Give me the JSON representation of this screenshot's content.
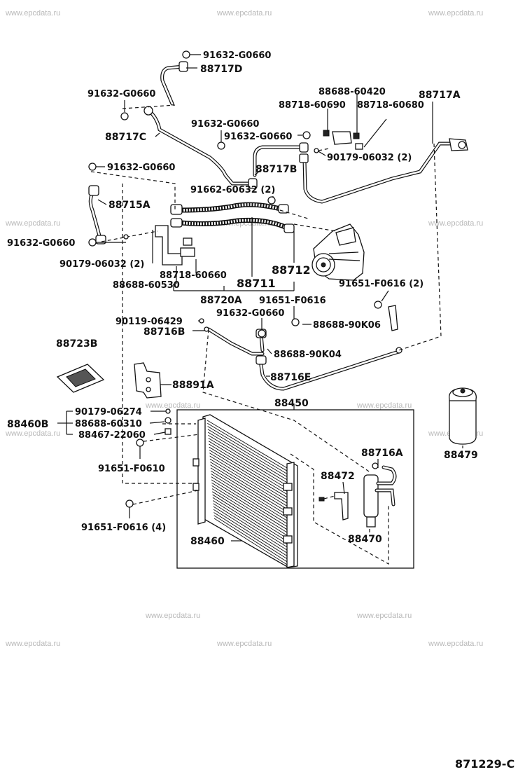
{
  "watermark": "www.epcdata.ru",
  "diagram_code": "871229-C",
  "labels": {
    "p91632_top": "91632-G0660",
    "p88717D": "88717D",
    "p91632_left": "91632-G0660",
    "p88688_60420": "88688-60420",
    "p88717A": "88717A",
    "p88718_60690": "88718-60690",
    "p88718_60680": "88718-60680",
    "p88717C": "88717C",
    "p91632_mid1": "91632-G0660",
    "p91632_mid2": "91632-G0660",
    "p90179_06032_r": "90179-06032 (2)",
    "p88717B": "88717B",
    "p91632_leftmid": "91632-G0660",
    "p91662_60632": "91662-60632 (2)",
    "p88715A": "88715A",
    "p91632_far": "91632-G0660",
    "p90179_06032_l": "90179-06032 (2)",
    "p88718_60660": "88718-60660",
    "p88712": "88712",
    "p88688_60530": "88688-60530",
    "p88711": "88711",
    "p91651_F0616_2": "91651-F0616 (2)",
    "p88720A": "88720A",
    "p91651_F0616": "91651-F0616",
    "p91632_low": "91632-G0660",
    "p90119_06429": "90119-06429",
    "p88688_90K06": "88688-90K06",
    "p88716B": "88716B",
    "p88688_90K04": "88688-90K04",
    "p88723B": "88723B",
    "p88716E": "88716E",
    "p88891A": "88891A",
    "p88450": "88450",
    "p90179_06274": "90179-06274",
    "p88460B": "88460B",
    "p88688_60310": "88688-60310",
    "p88467_22060": "88467-22060",
    "p88479": "88479",
    "p91651_F0610": "91651-F0610",
    "p88716A": "88716A",
    "p88472": "88472",
    "p91651_F0616_4": "91651-F0616 (4)",
    "p88470": "88470",
    "p88460": "88460"
  }
}
